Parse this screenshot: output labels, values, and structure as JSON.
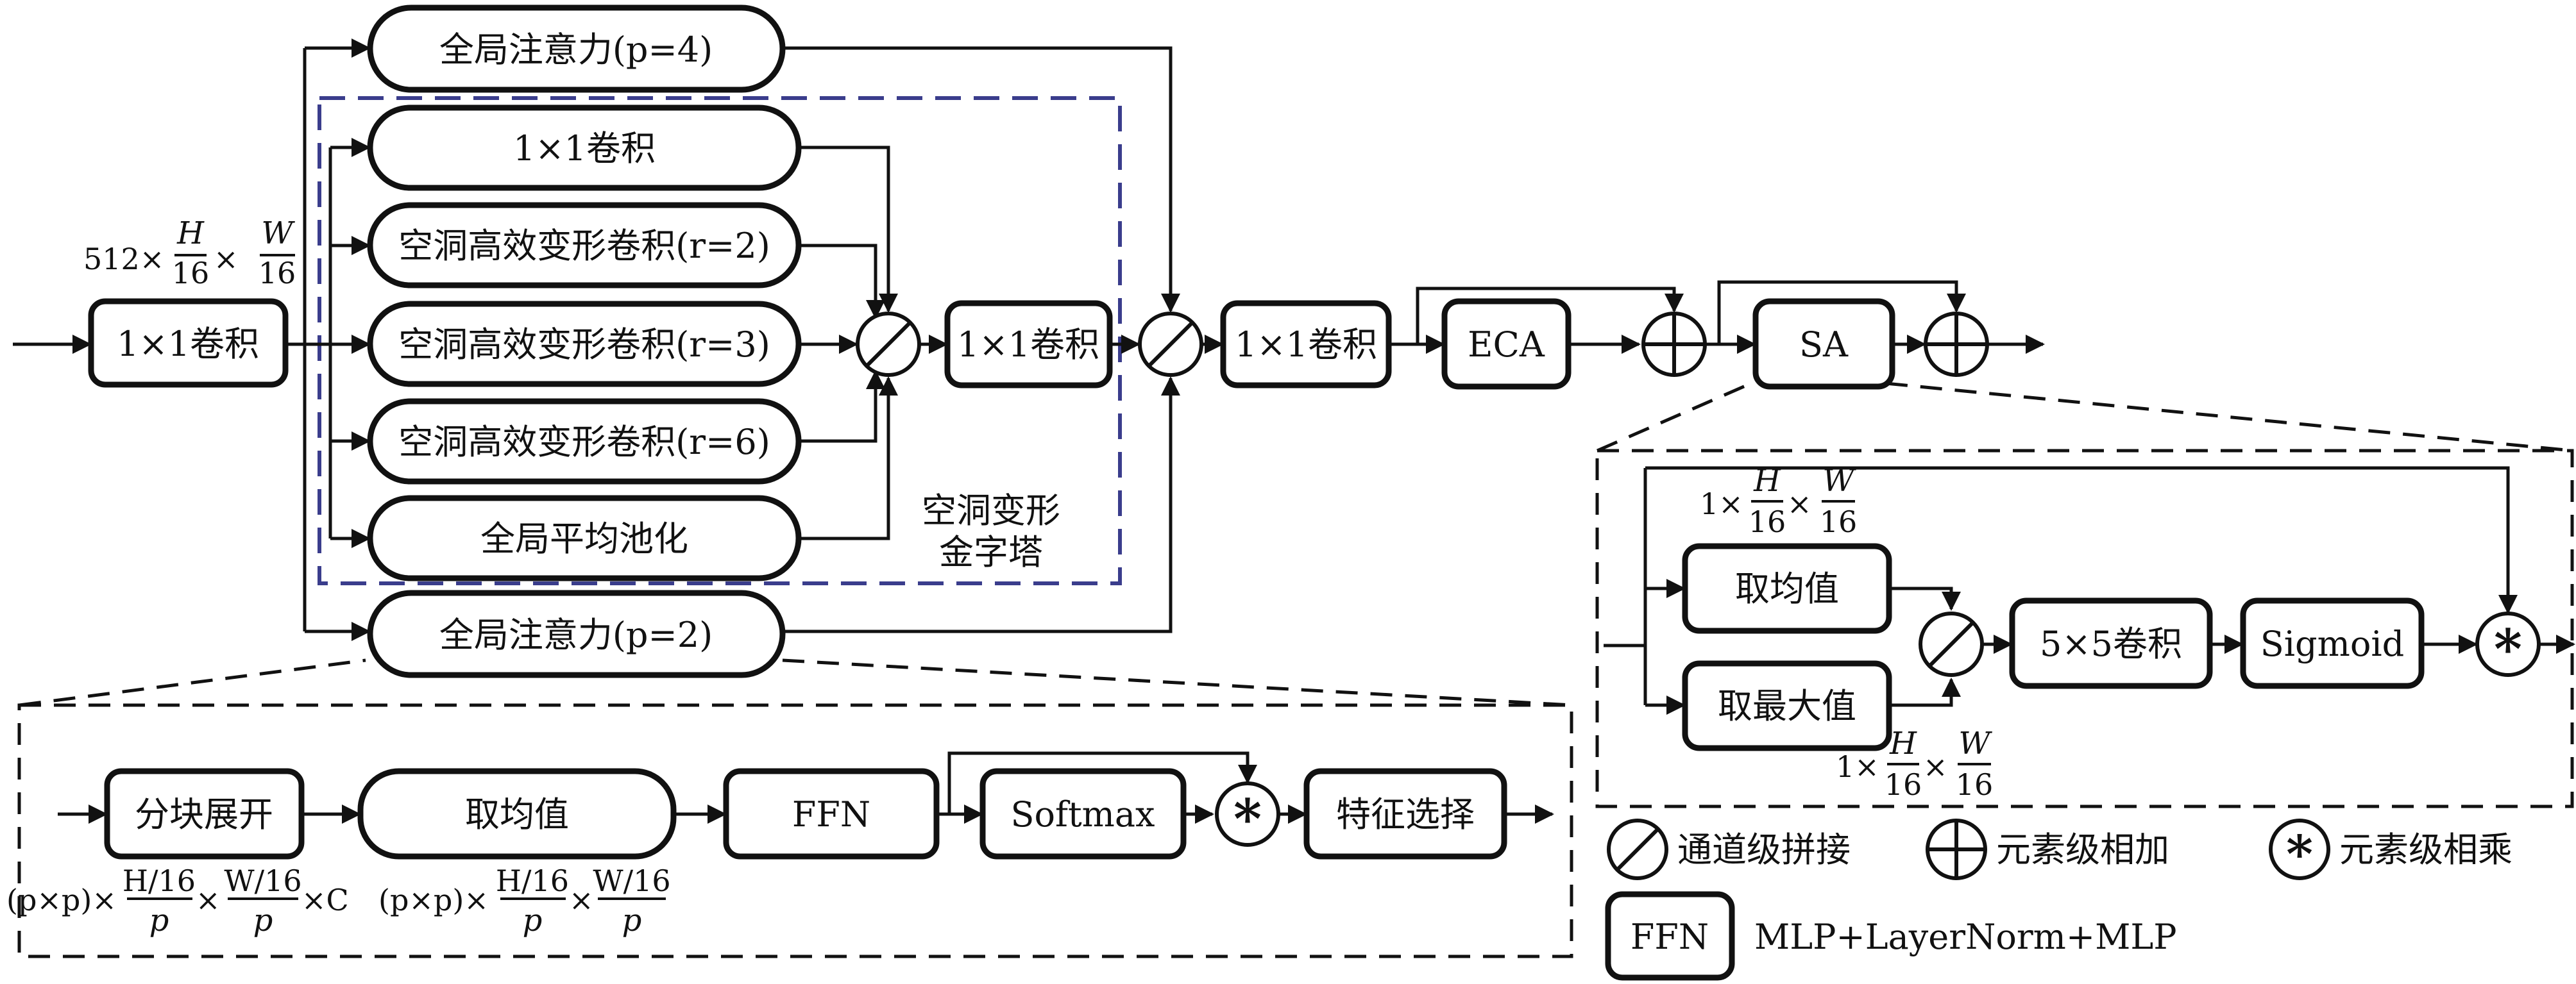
{
  "modules": {
    "conv_in": "1×1卷积",
    "ga_p4": "全局注意力(p=4)",
    "pyr_conv": "1×1卷积",
    "dil_r2": "空洞高效变形卷积(r=2)",
    "dil_r3": "空洞高效变形卷积(r=3)",
    "dil_r6": "空洞高效变形卷积(r=6)",
    "gap": "全局平均池化",
    "ga_p2": "全局注意力(p=2)",
    "conv_mid": "1×1卷积",
    "conv_out": "1×1卷积",
    "eca": "ECA",
    "sa": "SA",
    "pyramid_title_l1": "空洞变形",
    "pyramid_title_l2": "金字塔"
  },
  "input_dims": {
    "prefix": "512×",
    "h_num": "H",
    "h_den": "16",
    "mid": "×",
    "w_num": "W",
    "w_den": "16"
  },
  "sa_detail": {
    "mean": "取均值",
    "max": "取最大值",
    "conv5": "5×5卷积",
    "sigmoid": "Sigmoid",
    "dim_top": {
      "prefix": "1×",
      "h_num": "H",
      "h_den": "16",
      "mid": "×",
      "w_num": "W",
      "w_den": "16"
    },
    "dim_bottom": {
      "prefix": "1×",
      "h_num": "H",
      "h_den": "16",
      "mid": "×",
      "w_num": "W",
      "w_den": "16"
    }
  },
  "ga_detail": {
    "patch": "分块展开",
    "mean": "取均值",
    "ffn": "FFN",
    "softmax": "Softmax",
    "select": "特征选择",
    "dim1": {
      "prefix": "(p×p)×",
      "a_num": "H/16",
      "a_den": "p",
      "mid": "×",
      "b_num": "W/16",
      "b_den": "p",
      "suffix": "×C"
    },
    "dim2": {
      "prefix": "(p×p)×",
      "a_num": "H/16",
      "a_den": "p",
      "mid": "×",
      "b_num": "W/16",
      "b_den": "p"
    }
  },
  "legend": {
    "concat": "通道级拼接",
    "add": "元素级相加",
    "mul": "元素级相乘",
    "ffn_box": "FFN",
    "ffn_desc": "MLP+LayerNorm+MLP"
  },
  "colors": {
    "ink": "#111111",
    "pyramid_border": "#3a3d8c"
  }
}
